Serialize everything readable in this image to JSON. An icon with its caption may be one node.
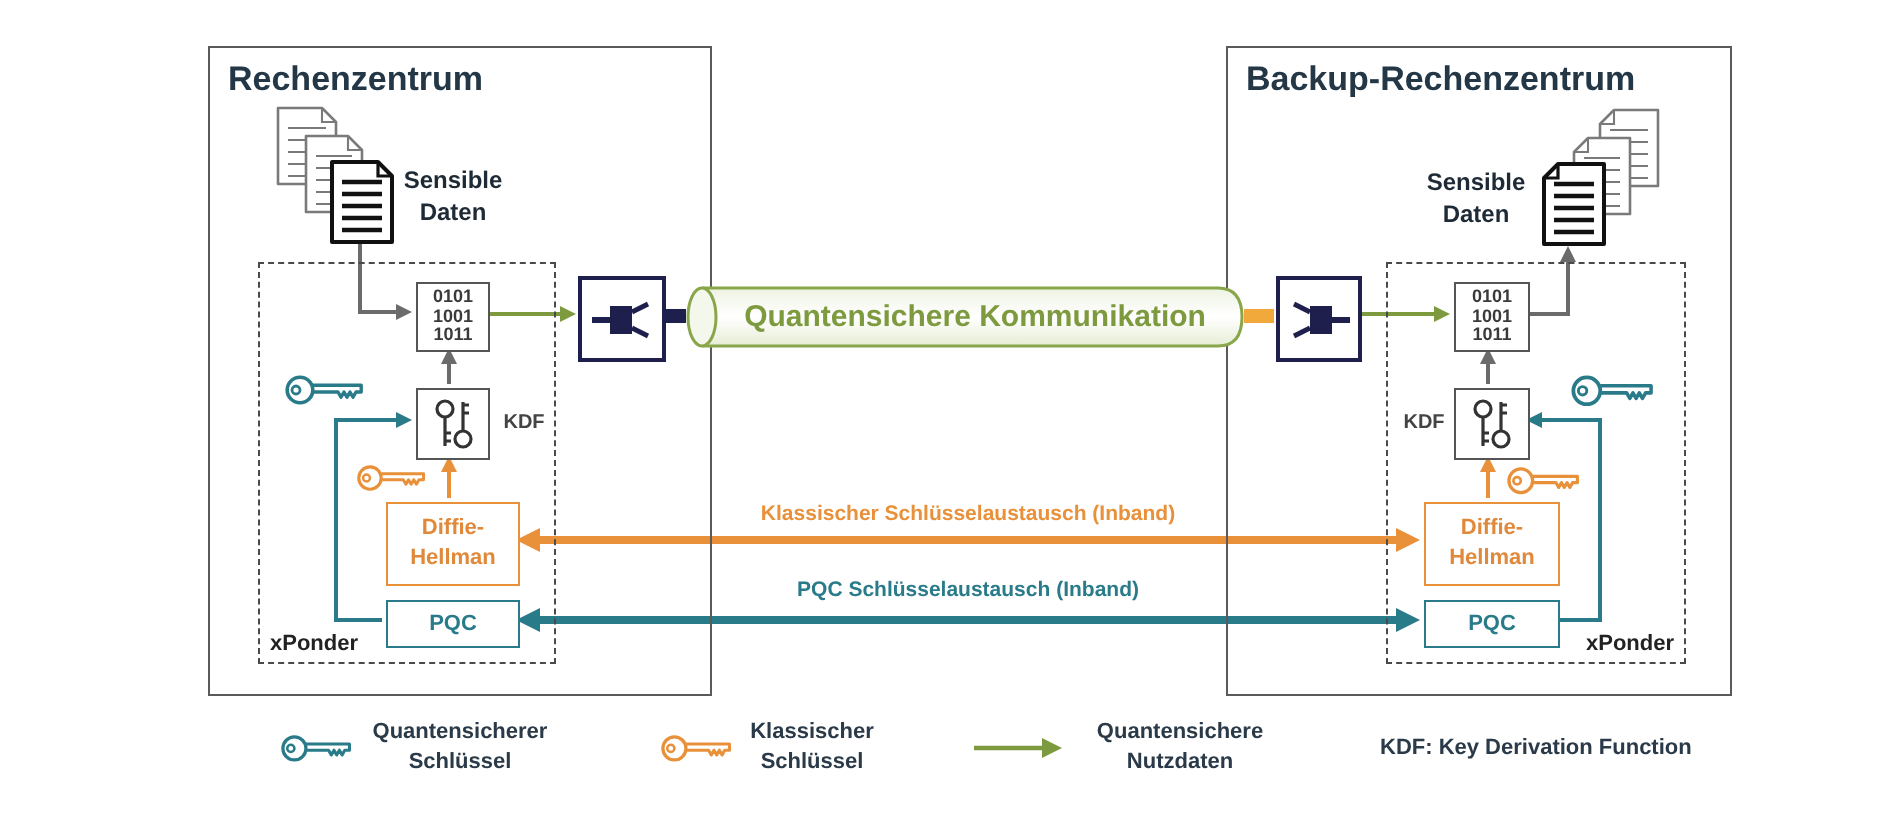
{
  "diagram": {
    "nodes": [
      {
        "text": [
          "Rechenzentrum"
        ]
      },
      {
        "text": [
          "xPonder"
        ],
        "in": 0
      },
      {
        "text": [
          "Sensible Daten"
        ],
        "in": 0
      },
      {
        "text": [
          "0101 1001 1011"
        ],
        "in": 1
      },
      {
        "text": [],
        "shape": "box",
        "beside": [
          "KDF"
        ],
        "in": 1
      },
      {
        "text": [
          "Diffie-Hellman"
        ],
        "in": 1
      },
      {
        "text": [
          "PQC"
        ],
        "in": 1
      },
      {
        "text": [],
        "shape": "box",
        "in": 0
      },
      {
        "text": [
          "Quantensichere Kommunikation"
        ]
      },
      {
        "text": [
          "Backup-Rechenzentrum"
        ]
      },
      {
        "text": [
          "xPonder"
        ],
        "in": 9
      },
      {
        "text": [
          "Sensible Daten"
        ],
        "in": 9
      },
      {
        "text": [
          "0101 1001 1011"
        ],
        "in": 10
      },
      {
        "text": [],
        "shape": "box",
        "beside": [
          "KDF"
        ],
        "in": 10
      },
      {
        "text": [
          "Diffie-Hellman"
        ],
        "in": 10
      },
      {
        "text": [
          "PQC"
        ],
        "in": 10
      },
      {
        "text": [],
        "shape": "box",
        "in": 9
      }
    ],
    "edges": [
      {
        "from": 2,
        "to": 3,
        "arrow": "to"
      },
      {
        "from": 3,
        "to": 7,
        "arrow": "to",
        "color": "#7d9b3e"
      },
      {
        "from": 4,
        "to": 3,
        "arrow": "to"
      },
      {
        "from": 5,
        "to": 4,
        "arrow": "to",
        "color": "#e8913a"
      },
      {
        "from": 6,
        "to": 4,
        "arrow": "to",
        "color": "#2a7b8a"
      },
      {
        "from": 7,
        "to": 8,
        "arrow": "none",
        "style": "thick",
        "color": "#1e1f4d"
      },
      {
        "from": 8,
        "to": 16,
        "arrow": "none",
        "style": "thick",
        "color": "#f2a93b"
      },
      {
        "from": 16,
        "to": 12,
        "arrow": "to",
        "color": "#7d9b3e"
      },
      {
        "from": 12,
        "to": 11,
        "arrow": "to"
      },
      {
        "from": 13,
        "to": 12,
        "arrow": "to"
      },
      {
        "from": 14,
        "to": 13,
        "arrow": "to",
        "color": "#e8913a"
      },
      {
        "from": 15,
        "to": 13,
        "arrow": "to",
        "color": "#2a7b8a"
      },
      {
        "from": 5,
        "to": 14,
        "arrow": "both",
        "label": "Klassischer Schlüsselaustausch (Inband)",
        "style": "thick",
        "color": "#e8913a"
      },
      {
        "from": 6,
        "to": 15,
        "arrow": "both",
        "label": "PQC Schlüsselaustausch (Inband)",
        "style": "thick",
        "color": "#2a7b8a"
      }
    ],
    "labels": [
      "KDF: Key Derivation Function"
    ],
    "legend": [
      {
        "text": "Quantensicherer Schlüssel"
      },
      {
        "text": "Klassischer Schlüssel"
      },
      {
        "text": "Quantensichere Nutzdaten"
      }
    ]
  }
}
